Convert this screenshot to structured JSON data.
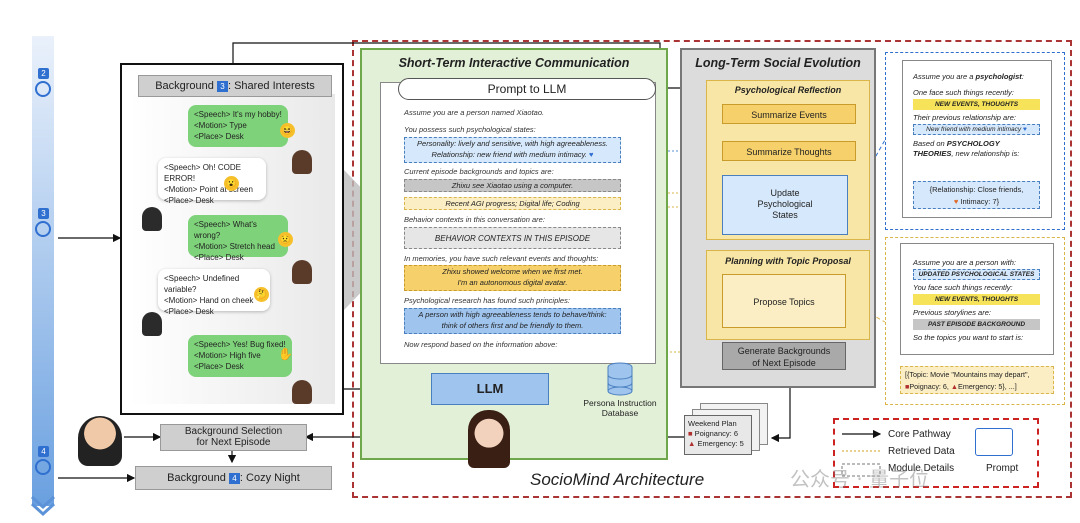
{
  "timeline": {
    "steps": [
      {
        "num": "2"
      },
      {
        "num": "3"
      },
      {
        "num": "4"
      }
    ]
  },
  "chat_panel": {
    "header_prefix": "Background",
    "header_num": "3",
    "header_suffix": ": Shared Interests",
    "messages": [
      {
        "speech": "<Speech> It's my hobby!",
        "motion": "<Motion> Type",
        "place": "<Place> Desk",
        "emoji": "😆"
      },
      {
        "speech": "<Speech> Oh! CODE ERROR!",
        "motion": "<Motion> Point at screen",
        "place": "<Place> Desk",
        "emoji": "😮"
      },
      {
        "speech": "<Speech> What's wrong?",
        "motion": "<Motion> Stretch head",
        "place": "<Place> Desk",
        "emoji": "😟"
      },
      {
        "speech": "<Speech> Undefined variable?",
        "motion": "<Motion> Hand on cheek",
        "place": "<Place> Desk",
        "emoji": "🤔"
      },
      {
        "speech": "<Speech> Yes! Bug fixed!",
        "motion": "<Motion> High five",
        "place": "<Place> Desk",
        "emoji": "✋"
      }
    ]
  },
  "bottom_left": {
    "selection_line1": "Background Selection",
    "selection_line2": "for Next Episode",
    "next_prefix": "Background",
    "next_num": "4",
    "next_suffix": ": Cozy Night"
  },
  "short_term": {
    "title": "Short-Term Interactive Communication",
    "prompt_title": "Prompt to LLM",
    "lines": {
      "l1": "Assume you are a person named Xiaotao.",
      "l2": "You possess such psychological states:",
      "s1a": "Personality: lively and sensitive, with high agreeableness.",
      "s1b": "Relationship: new friend with medium intimacy.",
      "l3": "Current episode backgrounds and topics are:",
      "s2": "Zhixu see Xiaotao using a computer.",
      "s3": "Recent AGI progress; Digital life; Coding",
      "l4": "Behavior contexts in this conversation are:",
      "s4": "BEHAVIOR CONTEXTS IN THIS EPISODE",
      "l5": "In memories, you have such relevant events and thoughts:",
      "s5a": "Zhixu showed welcome when we first met.",
      "s5b": "I'm an autonomous digital avatar.",
      "l6": "Psychological research has found such principles:",
      "s6a": "A person with high agreeableness tends to behave/think:",
      "s6b": "think of others first and be friendly to them.",
      "l7": "Now respond based on the information above:"
    },
    "llm_label": "LLM",
    "db_label1": "Persona Instruction",
    "db_label2": "Database"
  },
  "long_term": {
    "title": "Long-Term Social Evolution",
    "psych_title": "Psychological Reflection",
    "summarize_events": "Summarize Events",
    "summarize_thoughts": "Summarize Thoughts",
    "update1": "Update",
    "update2": "Psychological",
    "update3": "States",
    "planning_title": "Planning with Topic Proposal",
    "propose_topics": "Propose Topics",
    "gen1": "Generate Backgrounds",
    "gen2": "of Next Episode"
  },
  "weekend_plan": {
    "title": "Weekend Plan",
    "poignancy": "Poignancy: 6",
    "emergency": "Emergency: 5"
  },
  "detail1": {
    "l1_pre": "Assume you are a ",
    "l1_bold": "psychologist",
    "l1_post": ":",
    "l2": "One face such things recently:",
    "h1": "NEW EVENTS, THOUGHTS",
    "l3": "Their previous relationship are:",
    "h2": "New friend with medium intimacy",
    "l4": "Based on ",
    "l4b": "PSYCHOLOGY",
    "l5b": "THEORIES",
    "l5": ", new relationship is:",
    "r1": "{Relationship: Close friends,",
    "r2": "Intimacy: 7}"
  },
  "detail2": {
    "l1": "Assume you are a person with:",
    "h1": "UPDATED PSYCHOLOGICAL STATES",
    "l2": "You face such things recently:",
    "h2": "NEW EVENTS, THOUGHTS",
    "l3": "Previous storylines are:",
    "h3": "PAST EPISODE BACKGROUND",
    "l4": "So the topics you want to start is:",
    "r1": "[{Topic: Movie \"Mountains may depart\",",
    "r2": "Poignacy: 6, ",
    "r3": "Emergency: 5}, ...]"
  },
  "legend": {
    "core": "Core Pathway",
    "retrieved": "Retrieved Data",
    "module": "Module Details",
    "prompt": "Prompt"
  },
  "architecture_label": "SocioMind Architecture",
  "watermark": "公众号 · 量子位",
  "colors": {
    "green_bubble": "#7ed27a",
    "blue_accent": "#2f6fd0",
    "yellow_section": "#f8e6a6",
    "frame_red": "#aa3333"
  }
}
